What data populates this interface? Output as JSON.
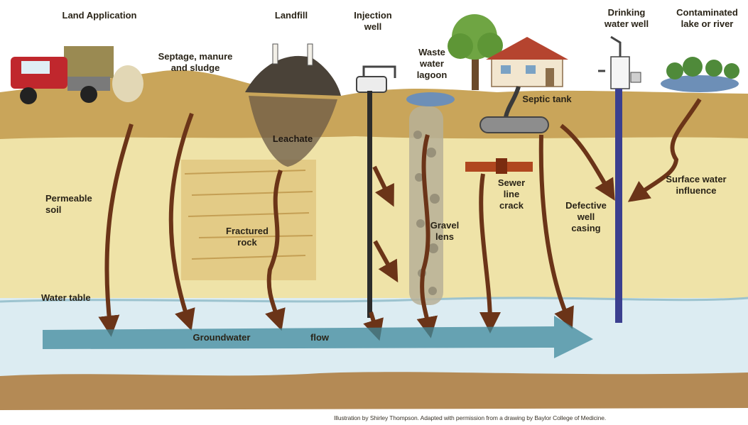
{
  "colors": {
    "topsoil": "#c9a55a",
    "subsoil": "#efe3a8",
    "groundwater_zone": "#dcecf2",
    "bedrock": "#b48a55",
    "flow_arrow": "#3f8a9c",
    "path_arrow": "#6b3418",
    "well_casing": "#3b3f8f"
  },
  "labels": {
    "land_application": "Land Application",
    "septage": "Septage, manure\nand sludge",
    "landfill": "Landfill",
    "injection_well": "Injection\nwell",
    "waste_lagoon": "Waste\nwater\nlagoon",
    "drinking_well": "Drinking\nwater well",
    "contaminated": "Contaminated\nlake or river",
    "leachate": "Leachate",
    "septic_tank": "Septic tank",
    "permeable_soil": "Permeable\nsoil",
    "fractured_rock": "Fractured\nrock",
    "gravel_lens": "Gravel\nlens",
    "sewer_crack": "Sewer\nline\ncrack",
    "defective_casing": "Defective\nwell\ncasing",
    "surface_water": "Surface water\ninfluence",
    "water_table": "Water table",
    "groundwater": "Groundwater",
    "flow": "flow"
  },
  "credit": "Illustration by Shirley Thompson. Adapted with permission from a drawing by Baylor College of Medicine."
}
